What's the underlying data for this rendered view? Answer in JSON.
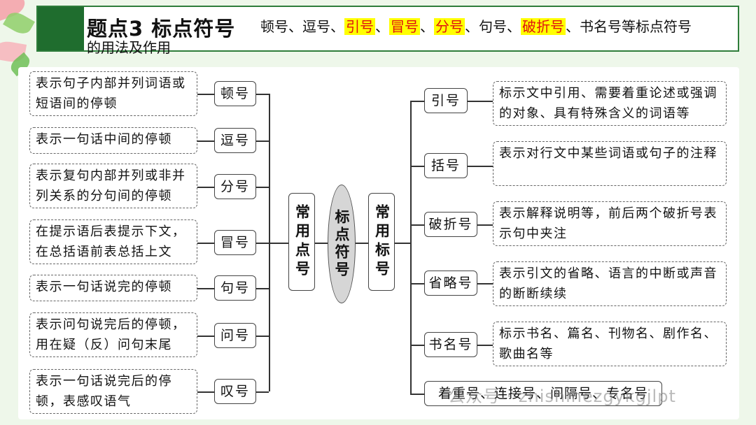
{
  "title": {
    "main": "题点3  标点符号",
    "sub_parts": [
      {
        "text": "顿号、逗号、",
        "hl": false
      },
      {
        "text": "引号",
        "hl": true
      },
      {
        "text": "、",
        "hl": false
      },
      {
        "text": "冒号",
        "hl": true
      },
      {
        "text": "、",
        "hl": false
      },
      {
        "text": "分号",
        "hl": true
      },
      {
        "text": "、句号、",
        "hl": false
      },
      {
        "text": "破折号",
        "hl": true
      },
      {
        "text": "、书名号等标点符号",
        "hl": false
      }
    ],
    "sub_line2": "的用法及作用"
  },
  "center": "标点符号",
  "left_group": "常用点号",
  "right_group": "常用标号",
  "left_items": [
    {
      "name": "顿号",
      "desc": "表示句子内部并列词语或短语间的停顿"
    },
    {
      "name": "逗号",
      "desc": "表示一句话中间的停顿"
    },
    {
      "name": "分号",
      "desc": "表示复句内部并列或非并列关系的分句间的停顿"
    },
    {
      "name": "冒号",
      "desc": "在提示语后表提示下文，在总括语前表总括上文"
    },
    {
      "name": "句号",
      "desc": "表示一句话说完的停顿"
    },
    {
      "name": "问号",
      "desc": "表示问句说完后的停顿，用在疑（反）问句末尾"
    },
    {
      "name": "叹号",
      "desc": "表示一句话说完后的停顿，表感叹语气"
    }
  ],
  "right_items": [
    {
      "name": "引号",
      "desc": "标示文中引用、需要着重论述或强调的对象、具有特殊含义的词语等"
    },
    {
      "name": "括号",
      "desc": "表示对行文中某些词语或句子的注释"
    },
    {
      "name": "破折号",
      "desc": "表示解释说明等，前后两个破折号表示句中夹注"
    },
    {
      "name": "省略号",
      "desc": "表示引文的省略、语言的中断或声音的断断续续"
    },
    {
      "name": "书名号",
      "desc": "标示书名、篇名、刊物名、剧作名、歌曲名等"
    }
  ],
  "right_last": "着重号、连接号、间隔号、专名号",
  "watermark": "公众号 · zhishihezgykgjlpt",
  "colors": {
    "accent": "#1f6d2e",
    "highlight": "#ffff00",
    "highlight_text": "#e01010"
  }
}
